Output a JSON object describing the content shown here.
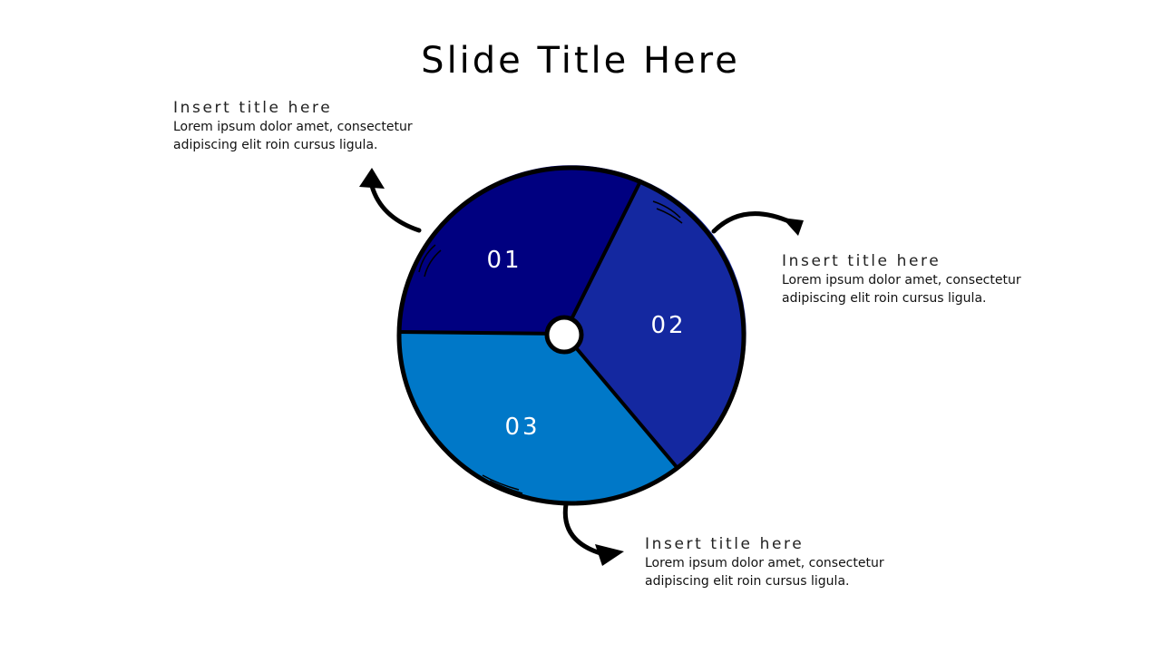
{
  "slide": {
    "title": "Slide Title Here"
  },
  "colors": {
    "segment_01": "#000080",
    "segment_02": "#1428A0",
    "segment_03": "#0078C8",
    "outline": "#000000"
  },
  "segments": [
    {
      "label": "01"
    },
    {
      "label": "02"
    },
    {
      "label": "03"
    }
  ],
  "callouts": [
    {
      "title": "Insert title here",
      "body_line1": "Lorem ipsum dolor amet, consectetur",
      "body_line2": "adipiscing elit roin cursus ligula."
    },
    {
      "title": "Insert title here",
      "body_line1": "Lorem ipsum dolor amet, consectetur",
      "body_line2": "adipiscing elit roin cursus ligula."
    },
    {
      "title": "Insert title here",
      "body_line1": "Lorem ipsum dolor amet, consectetur",
      "body_line2": "adipiscing elit roin cursus ligula."
    }
  ]
}
